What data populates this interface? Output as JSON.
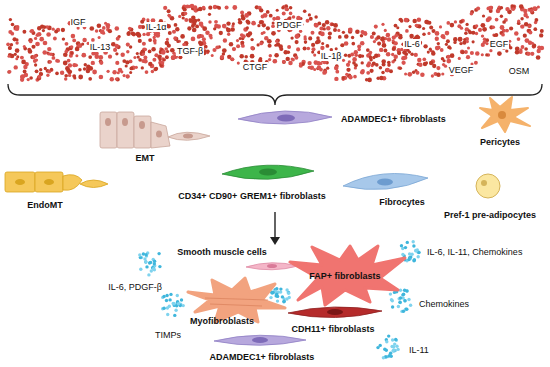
{
  "diagram": {
    "labels": [
      "IGF",
      "IL-1α",
      "PDGF",
      "IL-6",
      "EGF",
      "IL-13",
      "TGF-β",
      "CTGF",
      "IL-1β",
      "VEGF",
      "OSM",
      "EMT",
      "ADAMDEC1+ fibroblasts",
      "Pericytes",
      "EndoMT",
      "CD34+ CD90+ GREM1+ fibroblasts",
      "Fibrocytes",
      "Pref-1 pre-adipocytes",
      "Smooth muscle cells",
      "IL-6, PDGF-β",
      "FAP+ fibroblasts",
      "IL-6, IL-11, Chemokines",
      "TIMPs",
      "Myofibroblasts",
      "CDH11+ fibroblasts",
      "Chemokines",
      "ADAMDEC1+ fibroblasts",
      "IL-11"
    ]
  }
}
